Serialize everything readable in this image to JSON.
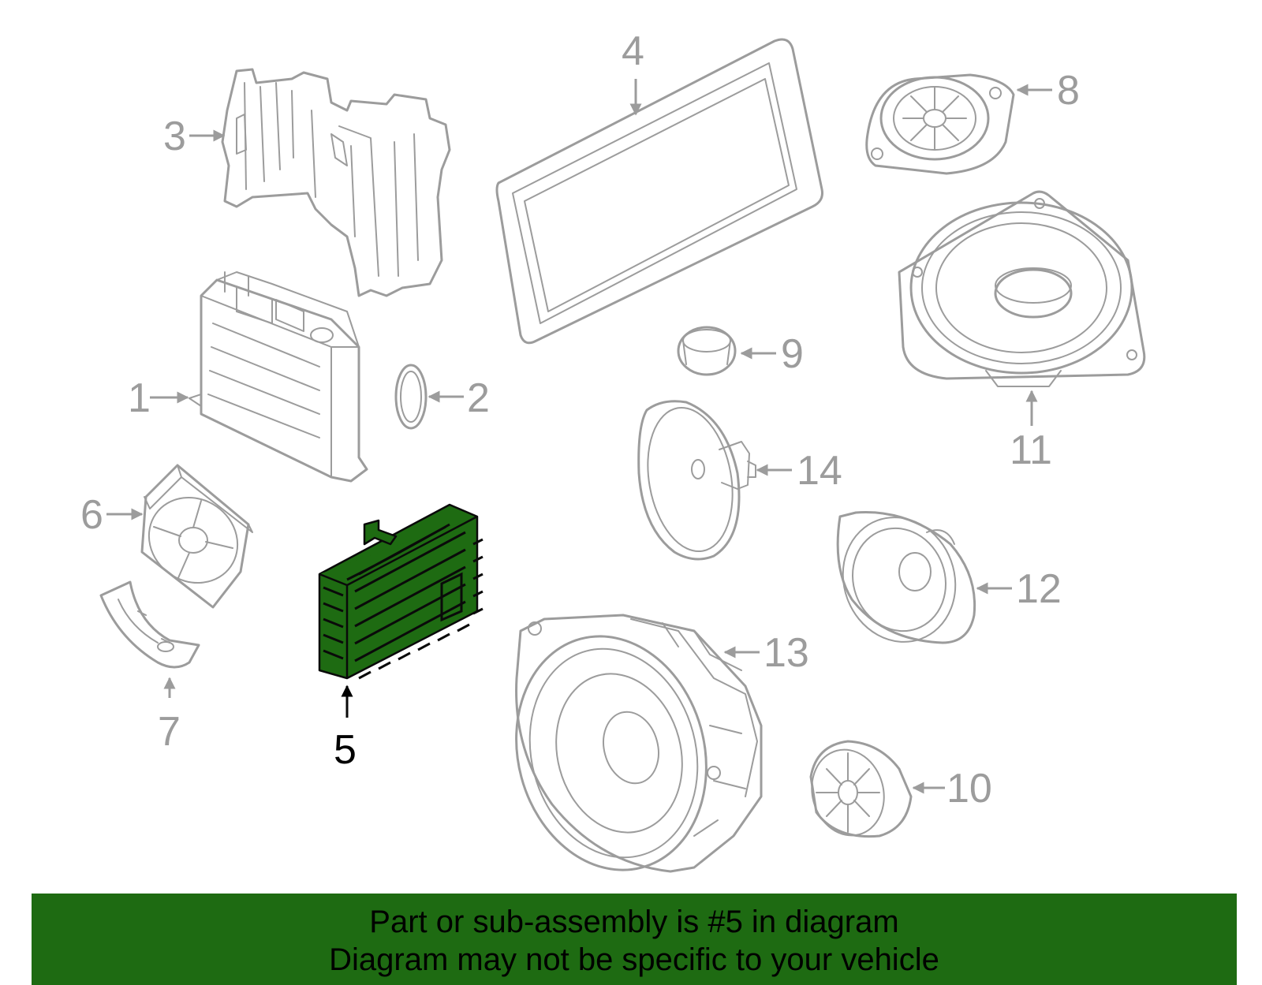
{
  "diagram": {
    "callouts": {
      "c1": "1",
      "c2": "2",
      "c3": "3",
      "c4": "4",
      "c5": "5",
      "c6": "6",
      "c7": "7",
      "c8": "8",
      "c9": "9",
      "c10": "10",
      "c11": "11",
      "c12": "12",
      "c13": "13",
      "c14": "14"
    },
    "highlighted_part": "5",
    "colors": {
      "highlight": "#1e6b12",
      "line_art": "#9c9c9c",
      "banner": "#1e6b12"
    }
  },
  "banner": {
    "line1": "Part or sub-assembly is #5 in diagram",
    "line2": "Diagram may not be specific to your vehicle"
  }
}
